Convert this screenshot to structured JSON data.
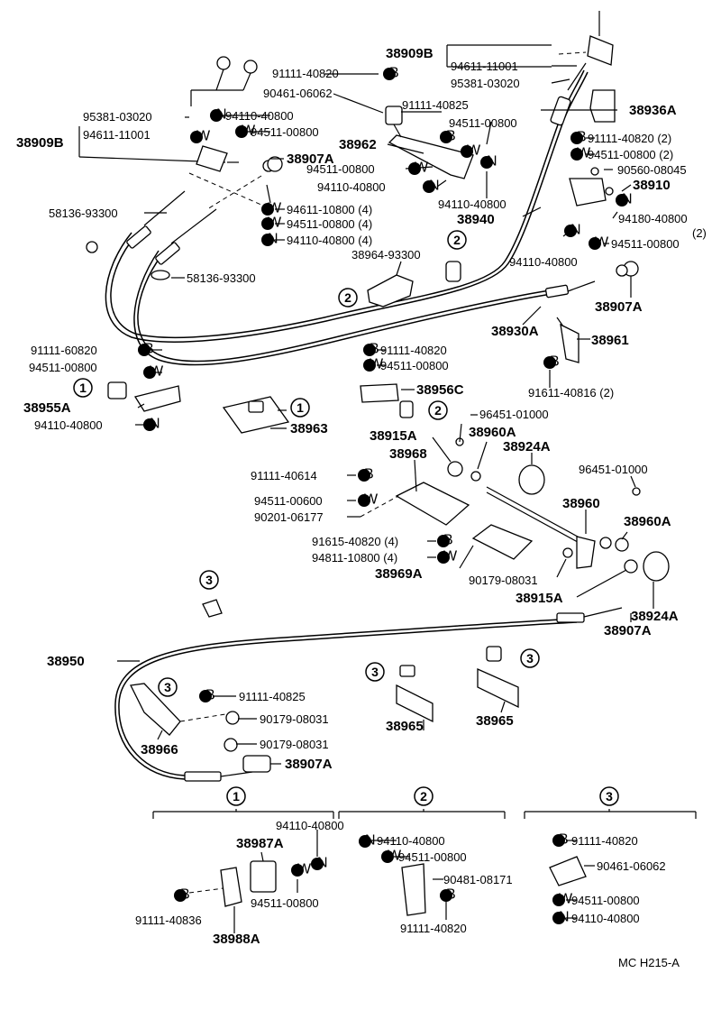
{
  "labels": {
    "p38909B_top": "38909B",
    "p94611_top": "94611-11001",
    "p95381_top": "95381-03020",
    "p91111_40820_a": "91111-40820",
    "p90461_06062_a": "90461-06062",
    "p91111_40825_a": "91111-40825",
    "p94511_00800_a": "94511-00800",
    "p38936A": "38936A",
    "p95381_left": "95381-03020",
    "p94611_left": "94611-11001",
    "p38909B_left": "38909B",
    "p94110_40800_a": "94110-40800",
    "p94511_00800_b": "94511-00800",
    "p38907A_a": "38907A",
    "p38962": "38962",
    "p94511_00800_c": "94511-00800",
    "p94110_40800_b": "94110-40800",
    "p94110_40800_c": "94110-40800",
    "p38940": "38940",
    "p91111_40820_r": "91111-40820 (2)",
    "p94511_00800_r": "94511-00800 (2)",
    "p90560_08045": "90560-08045",
    "p38910": "38910",
    "p94180_40800": "94180-40800",
    "p_two": "(2)",
    "p94511_00800_d": "94511-00800",
    "p94110_40800_d": "94110-40800",
    "p38907A_b": "38907A",
    "p58136_a": "58136-93300",
    "p94611_10800": "94611-10800 (4)",
    "p94511_00800_4": "94511-00800 (4)",
    "p94110_40800_4": "94110-40800 (4)",
    "p58136_b": "58136-93300",
    "p38964_93300": "38964-93300",
    "p38930A": "38930A",
    "p38961": "38961",
    "p91611_40816": "91611-40816 (2)",
    "p91111_60820": "91111-60820",
    "p94511_00800_e": "94511-00800",
    "p38955A": "38955A",
    "p94110_40800_e": "94110-40800",
    "p91111_40820_m": "91111-40820",
    "p94511_00800_m": "94511-00800",
    "p38956C": "38956C",
    "p38963": "38963",
    "p96451_a": "96451-01000",
    "p38915A_a": "38915A",
    "p38960A_a": "38960A",
    "p38924A_a": "38924A",
    "p38968": "38968",
    "p91111_40614": "91111-40614",
    "p94511_00600": "94511-00600",
    "p90201_06177": "90201-06177",
    "p96451_b": "96451-01000",
    "p38960": "38960",
    "p38960A_b": "38960A",
    "p91615_40820": "91615-40820 (4)",
    "p94811_10800": "94811-10800 (4)",
    "p38969A": "38969A",
    "p90179_08031_a": "90179-08031",
    "p38915A_b": "38915A",
    "p38924A_b": "38924A",
    "p38907A_c": "38907A",
    "p38950": "38950",
    "p91111_40825_b": "91111-40825",
    "p90179_08031_b": "90179-08031",
    "p38966": "38966",
    "p90179_08031_c": "90179-08031",
    "p38907A_d": "38907A",
    "p38965_a": "38965",
    "p38965_b": "38965",
    "g1_94110": "94110-40800",
    "g1_38987A": "38987A",
    "g1_94511": "94511-00800",
    "g1_91111": "91111-40836",
    "g1_38988A": "38988A",
    "g2_94110": "94110-40800",
    "g2_94511": "94511-00800",
    "g2_90481": "90481-08171",
    "g2_91111": "91111-40820",
    "g3_91111": "91111-40820",
    "g3_90461": "90461-06062",
    "g3_94511": "94511-00800",
    "g3_94110": "94110-40800",
    "footer_code": "MC H215-A"
  },
  "badges": {
    "bolt": "B",
    "washer": "W",
    "nut": "N"
  },
  "refs": {
    "one": "1",
    "two": "2",
    "three": "3"
  }
}
